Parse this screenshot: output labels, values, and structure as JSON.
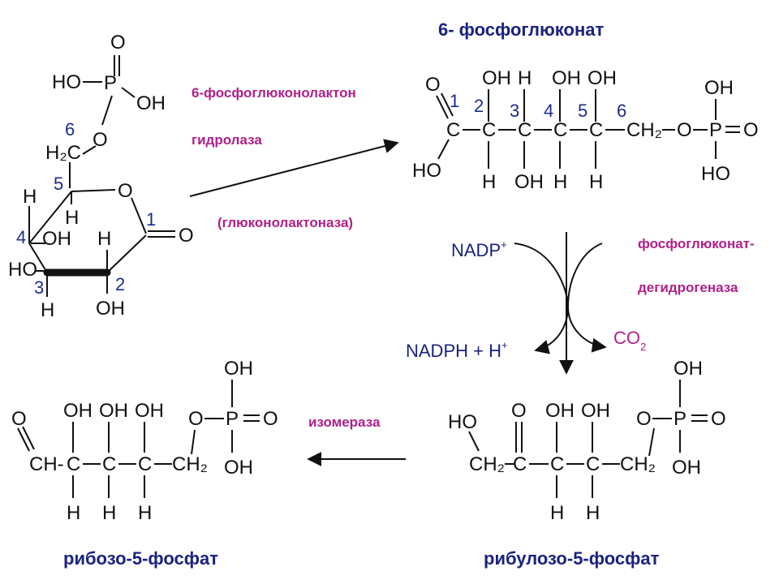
{
  "colors": {
    "atom": "#111111",
    "number_blue": "#1c2c8c",
    "label_magenta": "#b0208a",
    "name_navy": "#1a237e",
    "oxygen_red": "#d01010",
    "arrow": "#111111"
  },
  "enzymes": {
    "lactonase_line1": "6-фосфоглюконолактон",
    "lactonase_line2": "гидролаза",
    "lactonase_alt": "(глюконолактоназа)",
    "dehydrogenase_line1": "фосфоглюконат-",
    "dehydrogenase_line2": "дегидрогеназа",
    "isomerase": "изомераза"
  },
  "compounds": {
    "phosphogluconate": "6- фосфоглюконат",
    "ribulose": "рибулозо-5-фосфат",
    "ribose": "рибозо-5-фосфат"
  },
  "cofactors": {
    "nadp": "NADP",
    "nadp_charge": "+",
    "nadph": "NADPH + H",
    "nadph_charge": "+",
    "co2": "CO",
    "co2_sub": "2"
  },
  "atoms": {
    "O": "O",
    "P": "P",
    "HO": "HO",
    "OH": "OH",
    "H": "H",
    "C": "C",
    "H2C": "H₂C",
    "CH2": "CH₂",
    "CH": "CH-"
  },
  "numbers": {
    "n1": "1",
    "n2": "2",
    "n3": "3",
    "n4": "4",
    "n5": "5",
    "n6": "6"
  }
}
